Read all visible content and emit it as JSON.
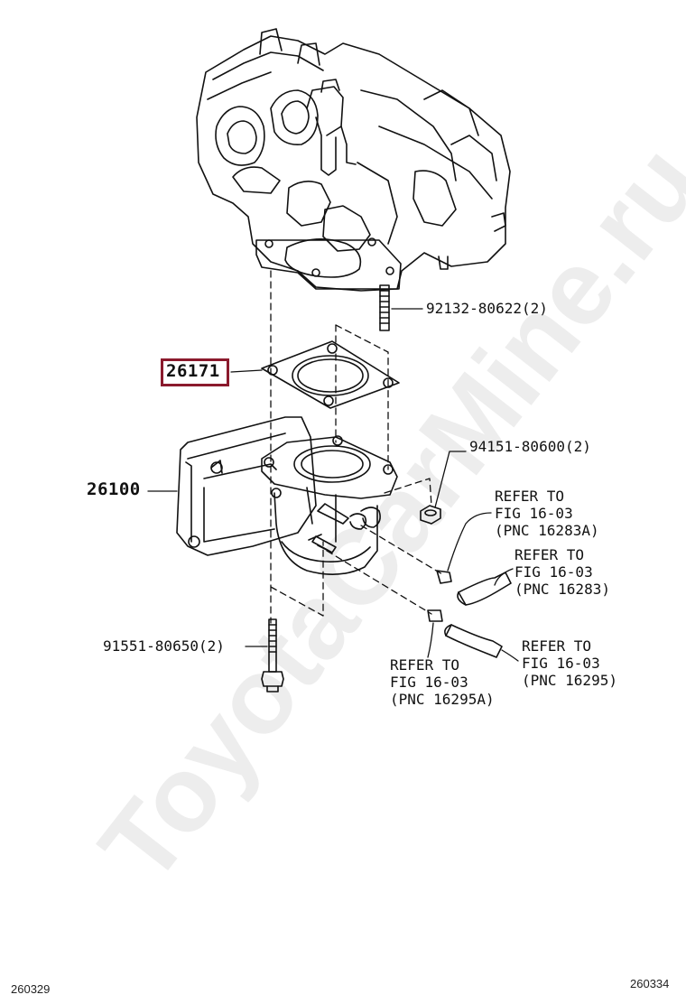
{
  "diagram": {
    "watermark": "ToyotaCarMine.ru",
    "highlight_color": "#8b1a2d",
    "part_numbers": {
      "gasket": "26171",
      "throttle_body": "26100",
      "stud": "92132-80622(2)",
      "nut": "94151-80600(2)",
      "bolt": "91551-80650(2)"
    },
    "references": [
      {
        "line1": "REFER TO",
        "line2": "FIG 16-03",
        "line3": "(PNC 16283A)"
      },
      {
        "line1": "REFER TO",
        "line2": "FIG 16-03",
        "line3": "(PNC 16283)"
      },
      {
        "line1": "REFER TO",
        "line2": "FIG 16-03",
        "line3": "(PNC 16295A)"
      },
      {
        "line1": "REFER TO",
        "line2": "FIG 16-03",
        "line3": "(PNC 16295)"
      }
    ],
    "corner_codes": {
      "left": "260329",
      "right": "260334"
    }
  }
}
